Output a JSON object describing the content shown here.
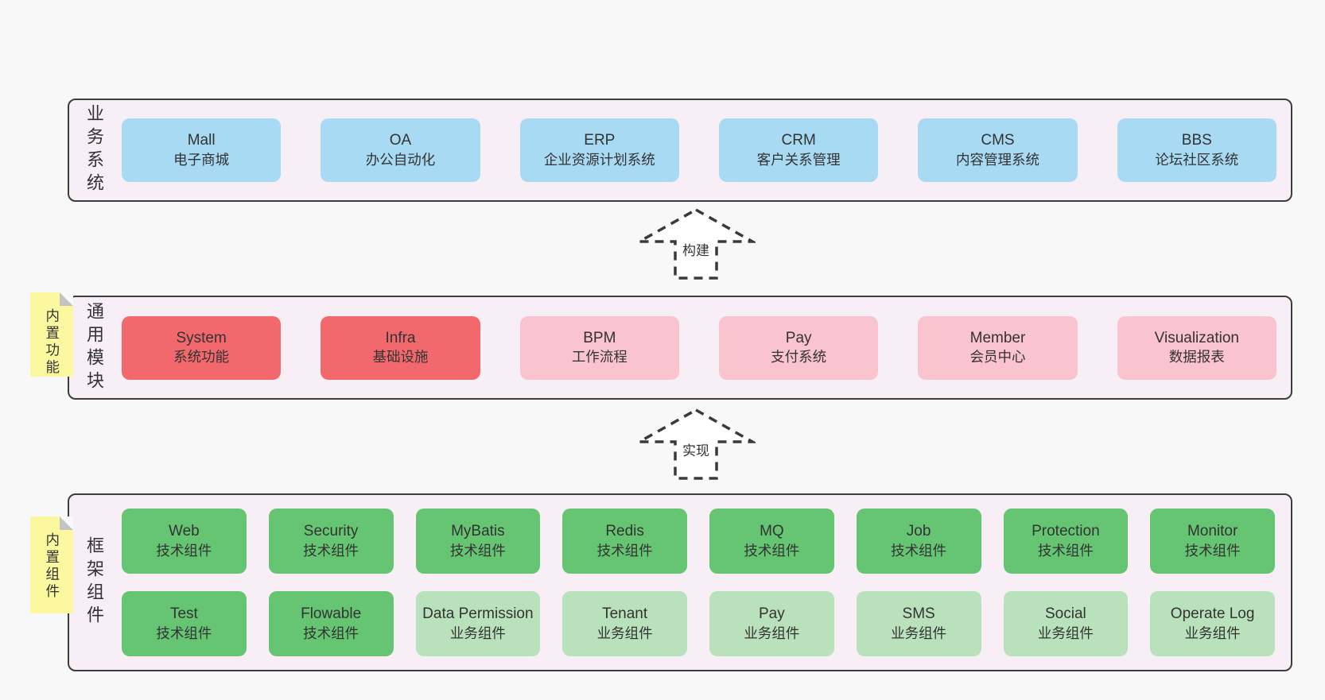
{
  "colors": {
    "page_bg": "#f8f8f8",
    "layer_bg": "#f8eef6",
    "layer_border": "#3d3d3d",
    "box_blue": "#a8daf3",
    "box_red": "#f1696d",
    "box_pink": "#f9c4cd",
    "box_green": "#66c573",
    "box_green_light": "#b9e2bc",
    "note_yellow": "#fbf8a0",
    "note_fold": "#c3c3c3",
    "text": "#333333"
  },
  "arrows": {
    "build": "构建",
    "implement": "实现"
  },
  "layers": {
    "business": {
      "side_label": "业务系统",
      "boxes": [
        {
          "title": "Mall",
          "subtitle": "电子商城"
        },
        {
          "title": "OA",
          "subtitle": "办公自动化"
        },
        {
          "title": "ERP",
          "subtitle": "企业资源计划系统"
        },
        {
          "title": "CRM",
          "subtitle": "客户关系管理"
        },
        {
          "title": "CMS",
          "subtitle": "内容管理系统"
        },
        {
          "title": "BBS",
          "subtitle": "论坛社区系统"
        }
      ]
    },
    "modules": {
      "side_label": "通用模块",
      "note": "内置功能",
      "boxes": [
        {
          "title": "System",
          "subtitle": "系统功能"
        },
        {
          "title": "Infra",
          "subtitle": "基础设施"
        },
        {
          "title": "BPM",
          "subtitle": "工作流程"
        },
        {
          "title": "Pay",
          "subtitle": "支付系统"
        },
        {
          "title": "Member",
          "subtitle": "会员中心"
        },
        {
          "title": "Visualization",
          "subtitle": "数据报表"
        }
      ]
    },
    "components": {
      "side_label": "框架组件",
      "note": "内置组件",
      "row1": [
        {
          "title": "Web",
          "subtitle": "技术组件"
        },
        {
          "title": "Security",
          "subtitle": "技术组件"
        },
        {
          "title": "MyBatis",
          "subtitle": "技术组件"
        },
        {
          "title": "Redis",
          "subtitle": "技术组件"
        },
        {
          "title": "MQ",
          "subtitle": "技术组件"
        },
        {
          "title": "Job",
          "subtitle": "技术组件"
        },
        {
          "title": "Protection",
          "subtitle": "技术组件"
        },
        {
          "title": "Monitor",
          "subtitle": "技术组件"
        }
      ],
      "row2": [
        {
          "title": "Test",
          "subtitle": "技术组件"
        },
        {
          "title": "Flowable",
          "subtitle": "技术组件"
        },
        {
          "title": "Data Permission",
          "subtitle": "业务组件"
        },
        {
          "title": "Tenant",
          "subtitle": "业务组件"
        },
        {
          "title": "Pay",
          "subtitle": "业务组件"
        },
        {
          "title": "SMS",
          "subtitle": "业务组件"
        },
        {
          "title": "Social",
          "subtitle": "业务组件"
        },
        {
          "title": "Operate Log",
          "subtitle": "业务组件"
        }
      ]
    }
  }
}
